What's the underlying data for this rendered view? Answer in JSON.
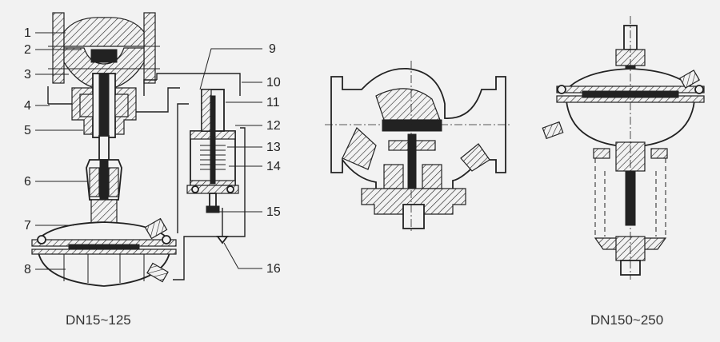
{
  "callouts": [
    "1",
    "2",
    "3",
    "4",
    "5",
    "6",
    "7",
    "8",
    "9",
    "10",
    "11",
    "12",
    "13",
    "14",
    "15",
    "16"
  ],
  "captions": {
    "left": "DN15~125",
    "right": "DN150~250"
  },
  "colors": {
    "background": "#f2f2f2",
    "line": "#222222"
  }
}
